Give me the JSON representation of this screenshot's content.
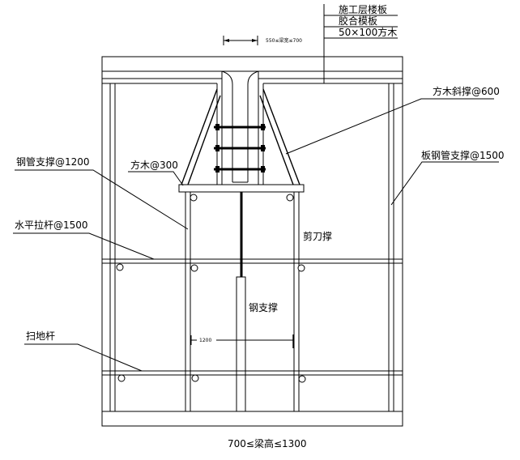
{
  "labels": {
    "floor_slab": "施工层楼板",
    "plywood_form": "胶合模板",
    "timber_size": "50×100方木",
    "beam_width_range": "550≤梁宽≤700",
    "timber_diag_brace": "方木斜撑@600",
    "steel_tube_support": "钢管支撑@1200",
    "timber_300": "方木@300",
    "slab_tube_support": "板钢管支撑@1500",
    "horizontal_tie": "水平拉杆@1500",
    "scissor_brace": "剪刀撑",
    "steel_support": "钢支撑",
    "spacing_1200": "1200",
    "sweep_rod": "扫地杆",
    "beam_height_range": "700≤梁高≤1300"
  }
}
